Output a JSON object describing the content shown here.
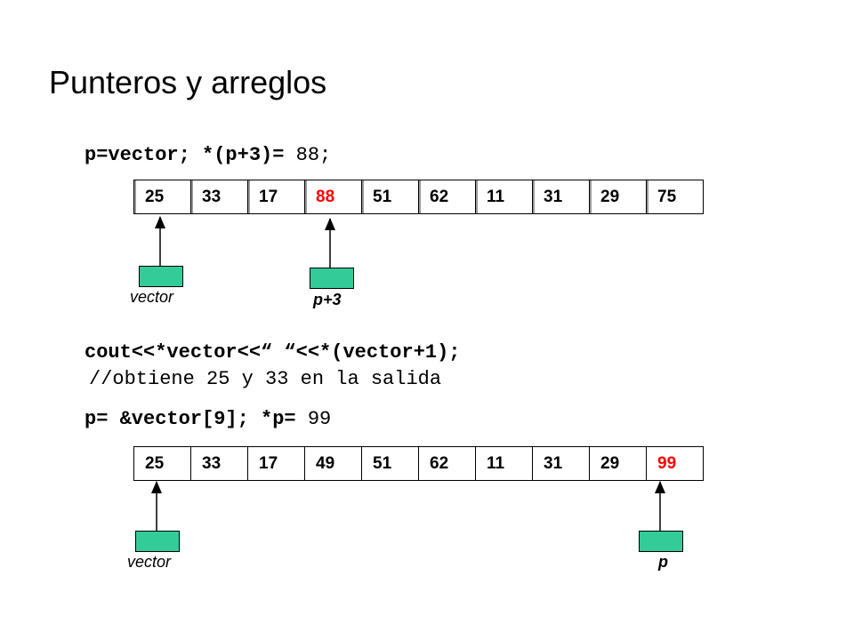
{
  "title": "Punteros y arreglos",
  "code": {
    "line1_bold": "p=vector; *(p+3)=",
    "line1_rest": " 88;",
    "line2_bold": "cout<<*vector<<“ “<<*(vector+1);",
    "line3": "//obtiene 25 y 33 en la salida",
    "line4_bold": "p= &vector[9]; *p=",
    "line4_rest": " 99"
  },
  "array1": {
    "values": [
      "25",
      "33",
      "17",
      "88",
      "51",
      "62",
      "11",
      "31",
      "29",
      "75"
    ],
    "highlight_index": 3
  },
  "array2": {
    "values": [
      "25",
      "33",
      "17",
      "49",
      "51",
      "62",
      "11",
      "31",
      "29",
      "99"
    ],
    "highlight_index": 9
  },
  "pointers": {
    "p1_vector": "vector",
    "p1_p3": "p+3",
    "p2_vector": "vector",
    "p2_p": "p"
  },
  "colors": {
    "highlight": "#ff0000",
    "pointer_box": "#33cc99"
  }
}
